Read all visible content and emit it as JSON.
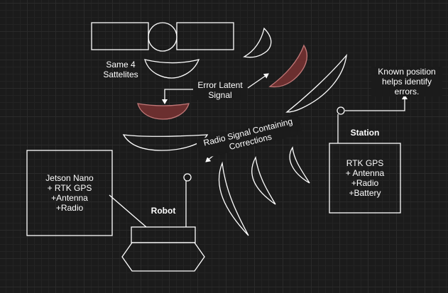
{
  "labels": {
    "satellites": "Same 4\nSattelites",
    "error_signal": "Error Latent\nSignal",
    "radio_signal": "Radio Signal Containing\nCorrections",
    "known_position": "Known position\nhelps identify\nerrors.",
    "station": "Station",
    "station_box": "RTK GPS\n+ Antenna\n+Radio\n+Battery",
    "robot": "Robot",
    "jetson_box": "Jetson Nano\n+ RTK GPS\n+Antenna\n+Radio"
  },
  "colors": {
    "background": "#1b1b1b",
    "stroke": "#ffffff",
    "error_fill": "#6b2f2f",
    "error_stroke": "#c27878"
  }
}
